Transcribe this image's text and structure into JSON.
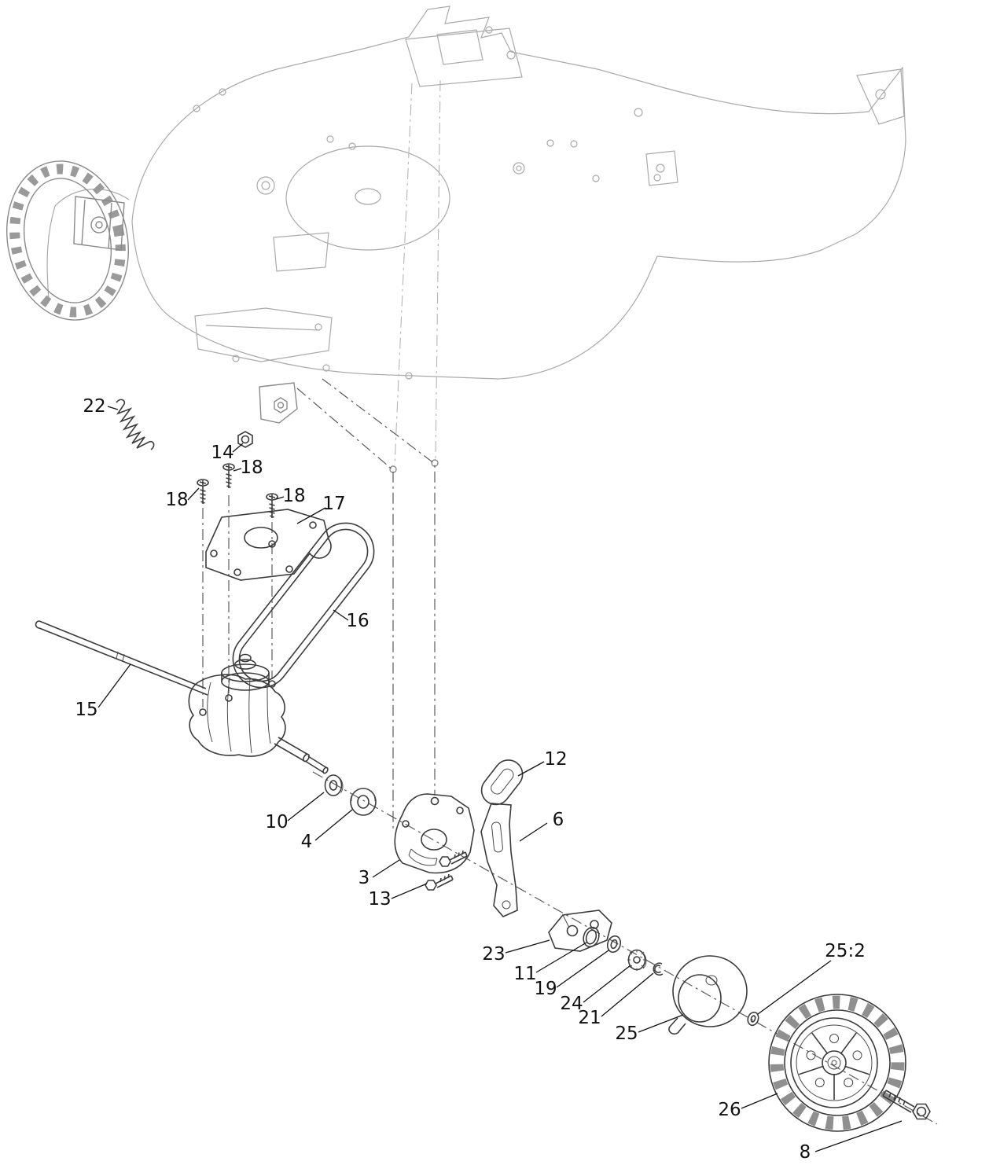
{
  "diagram": {
    "type": "exploded-parts-diagram",
    "background": "#ffffff",
    "line_color": "#3b3b3b",
    "faint_color": "#a9a9a9",
    "label_color": "#111111",
    "callouts": [
      {
        "label": "22"
      },
      {
        "label": "14"
      },
      {
        "label": "18"
      },
      {
        "label": "18"
      },
      {
        "label": "18"
      },
      {
        "label": "17"
      },
      {
        "label": "16"
      },
      {
        "label": "15"
      },
      {
        "label": "10"
      },
      {
        "label": "4"
      },
      {
        "label": "3"
      },
      {
        "label": "13"
      },
      {
        "label": "12"
      },
      {
        "label": "6"
      },
      {
        "label": "23"
      },
      {
        "label": "11"
      },
      {
        "label": "19"
      },
      {
        "label": "24"
      },
      {
        "label": "21"
      },
      {
        "label": "25"
      },
      {
        "label": "25:2"
      },
      {
        "label": "26"
      },
      {
        "label": "8"
      }
    ]
  }
}
